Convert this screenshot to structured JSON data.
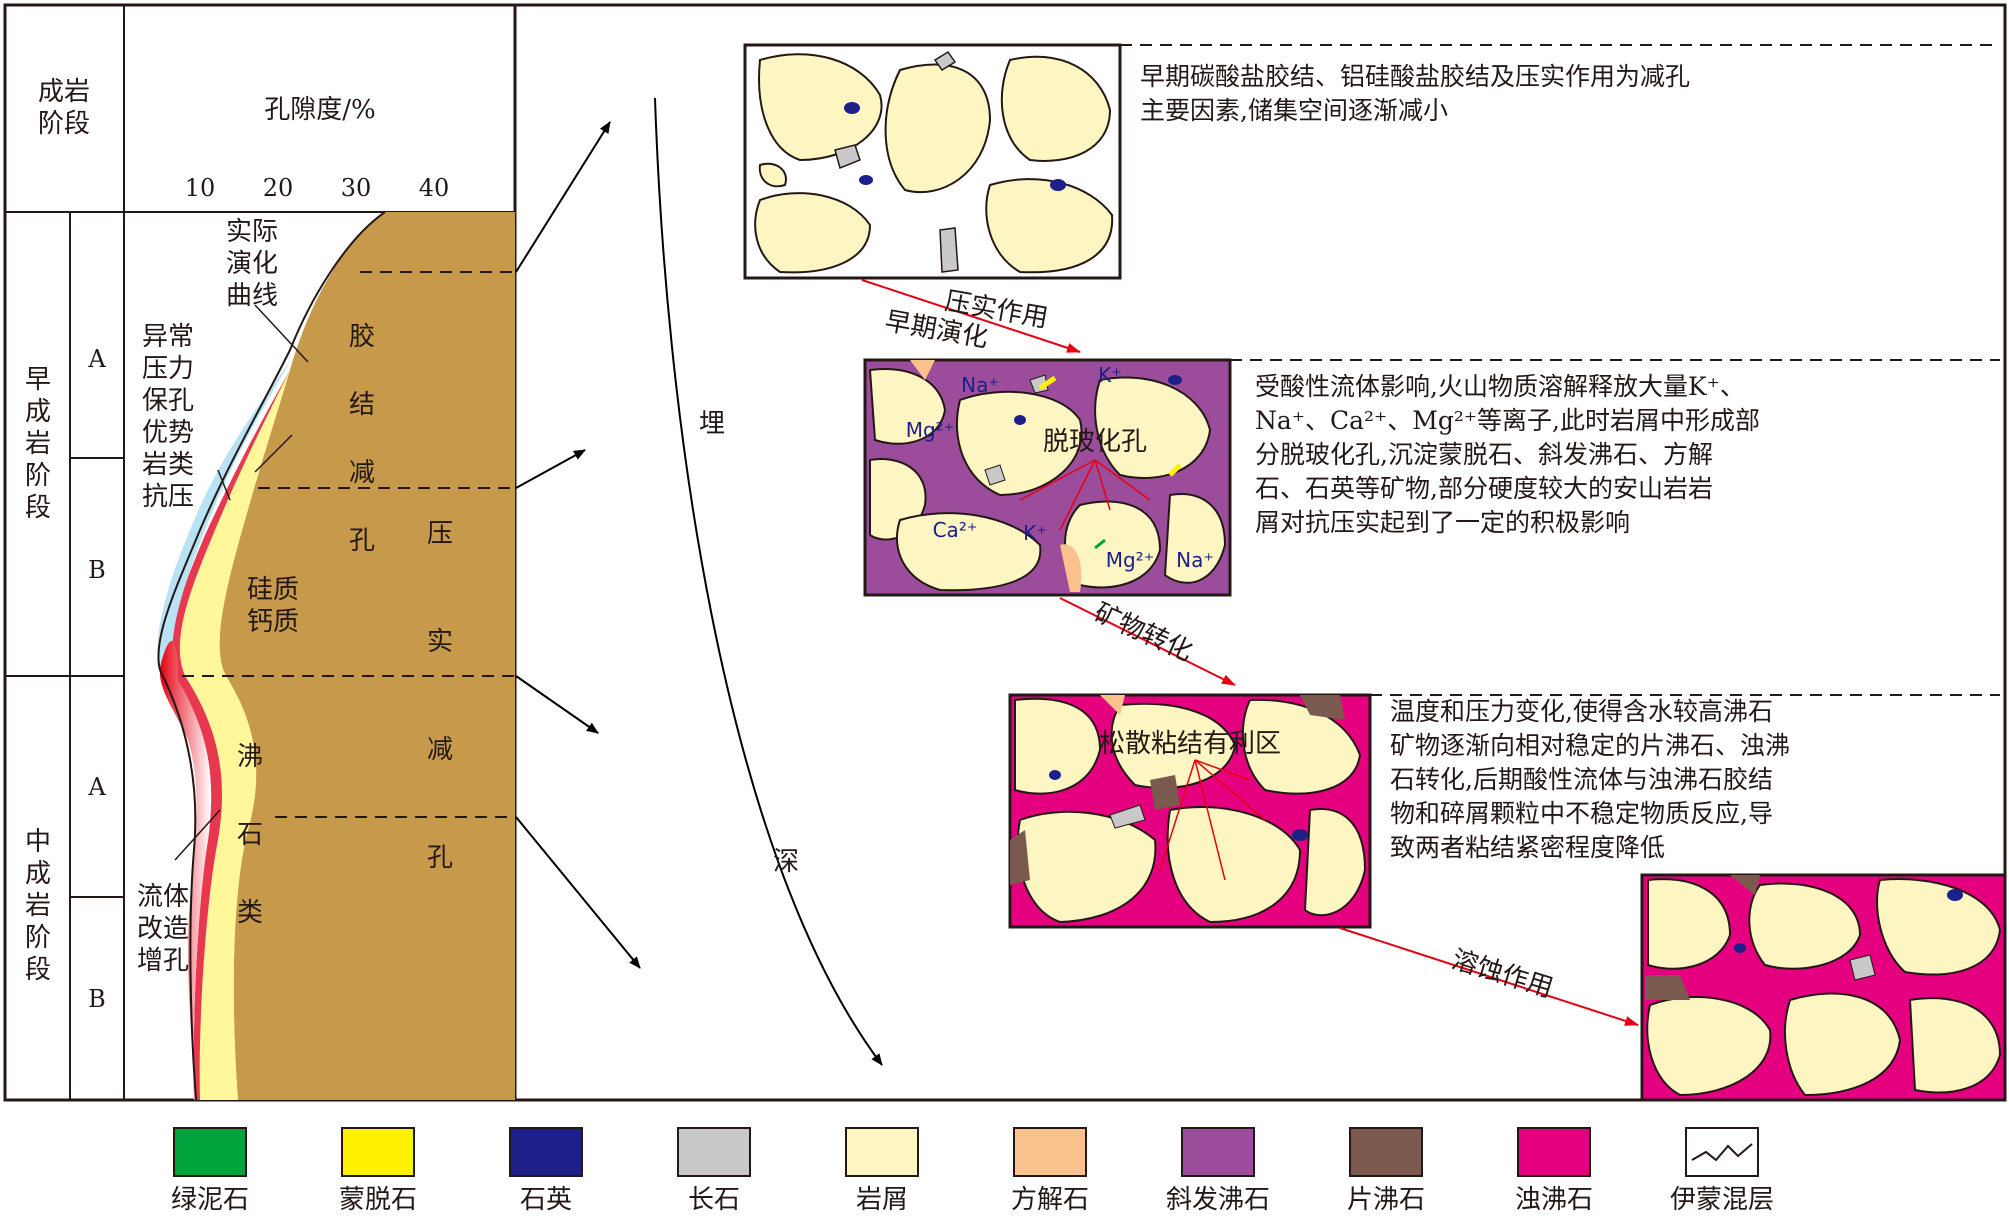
{
  "colors": {
    "chlorite": "#00a23c",
    "montmorillonite": "#fff200",
    "quartz": "#1d2088",
    "feldspar": "#c9c9c9",
    "debris": "#fdf6c3",
    "calcite": "#f9c28c",
    "clinoptilolite": "#9b4d9b",
    "heulandite": "#7a5a4f",
    "laumontite": "#e4007f",
    "compaction_fill": "#c69a4a",
    "zeolite_band": "#fff799",
    "abnormal_pressure_band": "#b9e3f5",
    "siliceous_band": "#e8384f",
    "fluid_band": "#f28c8c",
    "arrow_red": "#e60012"
  },
  "column_table": {
    "stage_header": "成岩\n阶段",
    "porosity_header": "孔隙度/%",
    "ticks": [
      "10",
      "20",
      "30",
      "40"
    ],
    "early_stage": "早成岩\n阶段",
    "middle_stage": "中成岩\n阶段",
    "sub_a1": "A",
    "sub_b1": "B",
    "sub_a2": "A",
    "sub_b2": "B"
  },
  "curve_labels": {
    "actual_curve": "实际\n演化\n曲线",
    "abnormal_pressure": "异常\n压力\n保孔\n优势\n岩类\n抗压",
    "siliceous": "硅质\n钙质",
    "fluid": "流体\n改造\n增孔",
    "zeolite": "沸\n石\n类",
    "cementation": "胶\n结\n减\n孔",
    "compaction": "压\n实\n减\n孔"
  },
  "burial": {
    "text": "埋",
    "text2": "深"
  },
  "stage_notes": [
    "早期碳酸盐胶结、铝硅酸盐胶结及压实作用为减孔\n主要因素,储集空间逐渐减小",
    "受酸性流体影响,火山物质溶解释放大量K⁺、\nNa⁺、Ca²⁺、Mg²⁺等离子,此时岩屑中形成部\n分脱玻化孔,沉淀蒙脱石、斜发沸石、方解\n石、石英等矿物,部分硬度较大的安山岩岩\n屑对抗压实起到了一定的积极影响",
    "温度和压力变化,使得含水较高沸石\n矿物逐渐向相对稳定的片沸石、浊沸\n石转化,后期酸性流体与浊沸石胶结\n物和碎屑颗粒中不稳定物质反应,导\n致两者粘结紧密程度降低"
  ],
  "process_labels": {
    "p1a": "压实作用",
    "p1b": "早期演化",
    "p2": "矿物转化",
    "p3": "溶蚀作用"
  },
  "panel_labels": {
    "devitrification": "脱玻化孔",
    "loose_zone": "松散粘结有利区",
    "ions": [
      "Na⁺",
      "K⁺",
      "Mg²⁺",
      "Ca²⁺",
      "K⁺",
      "Mg²⁺",
      "Na⁺"
    ]
  },
  "legend": [
    {
      "label": "绿泥石",
      "color": "#00a23c"
    },
    {
      "label": "蒙脱石",
      "color": "#fff200"
    },
    {
      "label": "石英",
      "color": "#1d2088"
    },
    {
      "label": "长石",
      "color": "#c9c9c9"
    },
    {
      "label": "岩屑",
      "color": "#fdf6c3"
    },
    {
      "label": "方解石",
      "color": "#f9c28c"
    },
    {
      "label": "斜发沸石",
      "color": "#9b4d9b"
    },
    {
      "label": "片沸石",
      "color": "#7a5a4f"
    },
    {
      "label": "浊沸石",
      "color": "#e4007f"
    },
    {
      "label": "伊蒙混层",
      "color": "#ffffff"
    }
  ]
}
